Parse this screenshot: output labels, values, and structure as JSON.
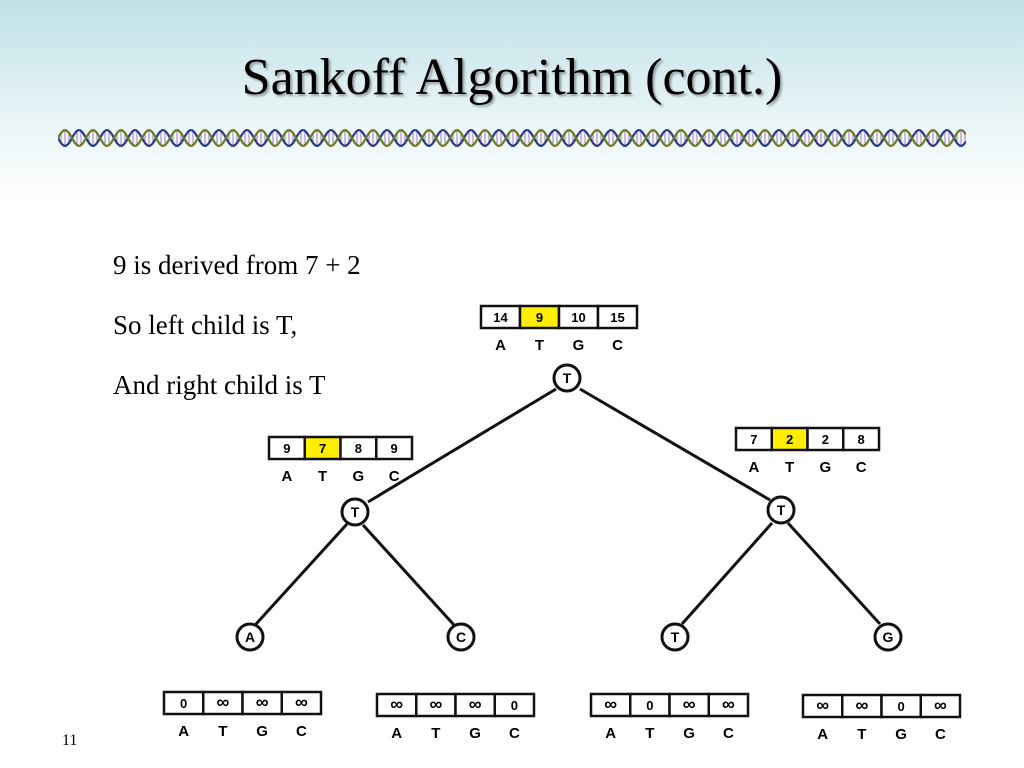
{
  "title": "Sankoff Algorithm (cont.)",
  "notes": [
    "9 is derived from 7 + 2",
    "So left child is T,",
    "And right child is T"
  ],
  "footer": "11",
  "colors": {
    "highlight": "#ffee00",
    "dna_strand_a": "#2a3a8a",
    "dna_strand_b": "#6b7a1e",
    "dna_rungs": "#8a4fb0"
  },
  "tree": {
    "column_labels": [
      "A",
      "T",
      "G",
      "C"
    ],
    "nodes": [
      {
        "id": "root",
        "label": "T",
        "costs": [
          "14",
          "9",
          "10",
          "15"
        ],
        "highlight": 1
      },
      {
        "id": "left",
        "label": "T",
        "costs": [
          "9",
          "7",
          "8",
          "9"
        ],
        "highlight": 1
      },
      {
        "id": "right",
        "label": "T",
        "costs": [
          "7",
          "2",
          "2",
          "8"
        ],
        "highlight": 1
      },
      {
        "id": "leaf-a",
        "label": "A",
        "costs": [
          "0",
          "∞",
          "∞",
          "∞"
        ],
        "highlight": -1
      },
      {
        "id": "leaf-c",
        "label": "C",
        "costs": [
          "∞",
          "∞",
          "∞",
          "0"
        ],
        "highlight": -1
      },
      {
        "id": "leaf-t",
        "label": "T",
        "costs": [
          "∞",
          "0",
          "∞",
          "∞"
        ],
        "highlight": -1
      },
      {
        "id": "leaf-g",
        "label": "G",
        "costs": [
          "∞",
          "∞",
          "0",
          "∞"
        ],
        "highlight": -1
      }
    ]
  }
}
